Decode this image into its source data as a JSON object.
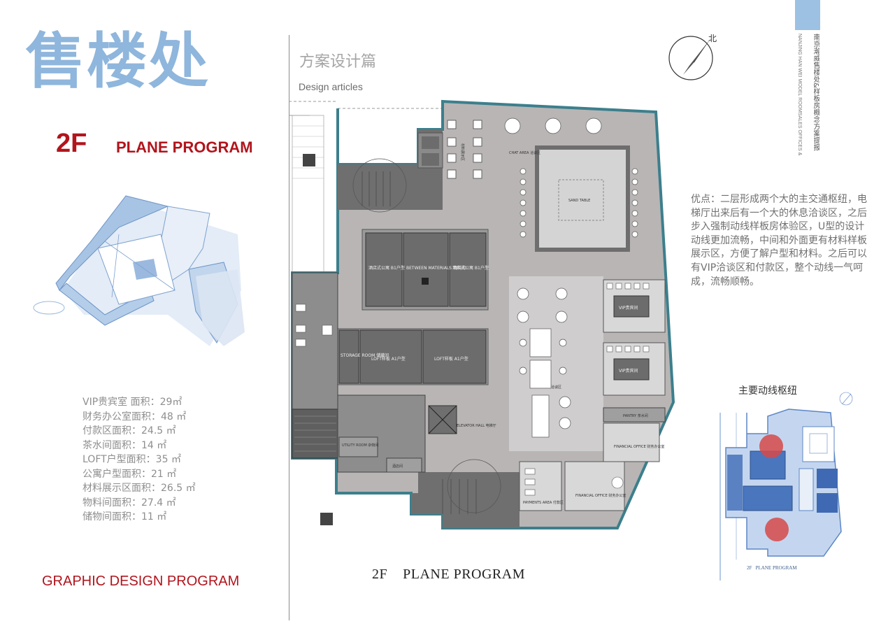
{
  "header": {
    "big_title": "售楼处",
    "floor": "2F",
    "plane_program": "PLANE PROGRAM"
  },
  "areas": [
    "VIP贵宾室  面积：29㎡",
    "财务办公室面积：48 ㎡",
    "付款区面积：24.5 ㎡",
    "茶水间面积：14 ㎡",
    "LOFT户型面积：35 ㎡",
    "公寓户型面积：21 ㎡",
    "材料展示区面积：26.5 ㎡",
    "物料间面积：27.4 ㎡",
    "储物间面积：11 ㎡"
  ],
  "footer_left": "GRAPHIC DESIGN PROGRAM",
  "section": {
    "title": "方案设计篇",
    "subtitle": "Design articles"
  },
  "plan": {
    "caption": "2F    PLANE PROGRAM",
    "north": "北",
    "rooms": {
      "material": "材料展示区",
      "chat_top": "CHAT AREA 洽谈区",
      "sand_table": "SAND TABLE",
      "apt_b1_left": "酒店式公寓 B1户型",
      "between": "BETWEEN MATERIALS 物料间",
      "apt_b1_right": "酒店式公寓 B1户型",
      "loft_left": "LOFT样板 A1户型",
      "loft_right": "LOFT样板 A1户型",
      "storage": "STORAGE ROOM 储藏间",
      "chat_bottom": "CHAT AREA 洽谈区",
      "vip_1": "VIP贵宾间",
      "vip_2": "VIP贵宾间",
      "pantry": "PANTRY 茶水间",
      "financial_1": "FINANCIAL OFFICE 财务办公室",
      "financial_2": "FINANCIAL OFFICE 财务办公室",
      "payments": "PAYMENTS AREA 付款区",
      "elevator": "ELEVATOR HALL 电梯厅",
      "utility": "UTILITY ROOM 杂物间",
      "tea": "酒店间"
    }
  },
  "advantages": "优点：二层形成两个大的主交通枢纽，电梯厅出来后有一个大的休息洽谈区，之后步入强制动线样板房体验区，U型的设计动线更加流畅，中间和外面更有材料样板展示区，方便了解户型和材料。之后可以有VIP洽谈区和付款区，整个动线一气呵成，流畅顺畅。",
  "hub": {
    "title": "主要动线枢纽",
    "caption": "2F   PLANE PROGRAM"
  },
  "sidebar": {
    "cn": "南京瀚威售楼处&样板房概念方案提报",
    "en": "NANJING HAN WEI MODEL ROOMSALES OFFICES & CONCEPTS PROGRAMSCALATD"
  },
  "colors": {
    "title_blue": "#8fb6dc",
    "accent_red": "#b2141c",
    "plan_gray": "#b8b4b4",
    "room_dark": "#6c6c6c",
    "wall_teal": "#3c7f8c",
    "hub_red": "#d64a4a"
  }
}
